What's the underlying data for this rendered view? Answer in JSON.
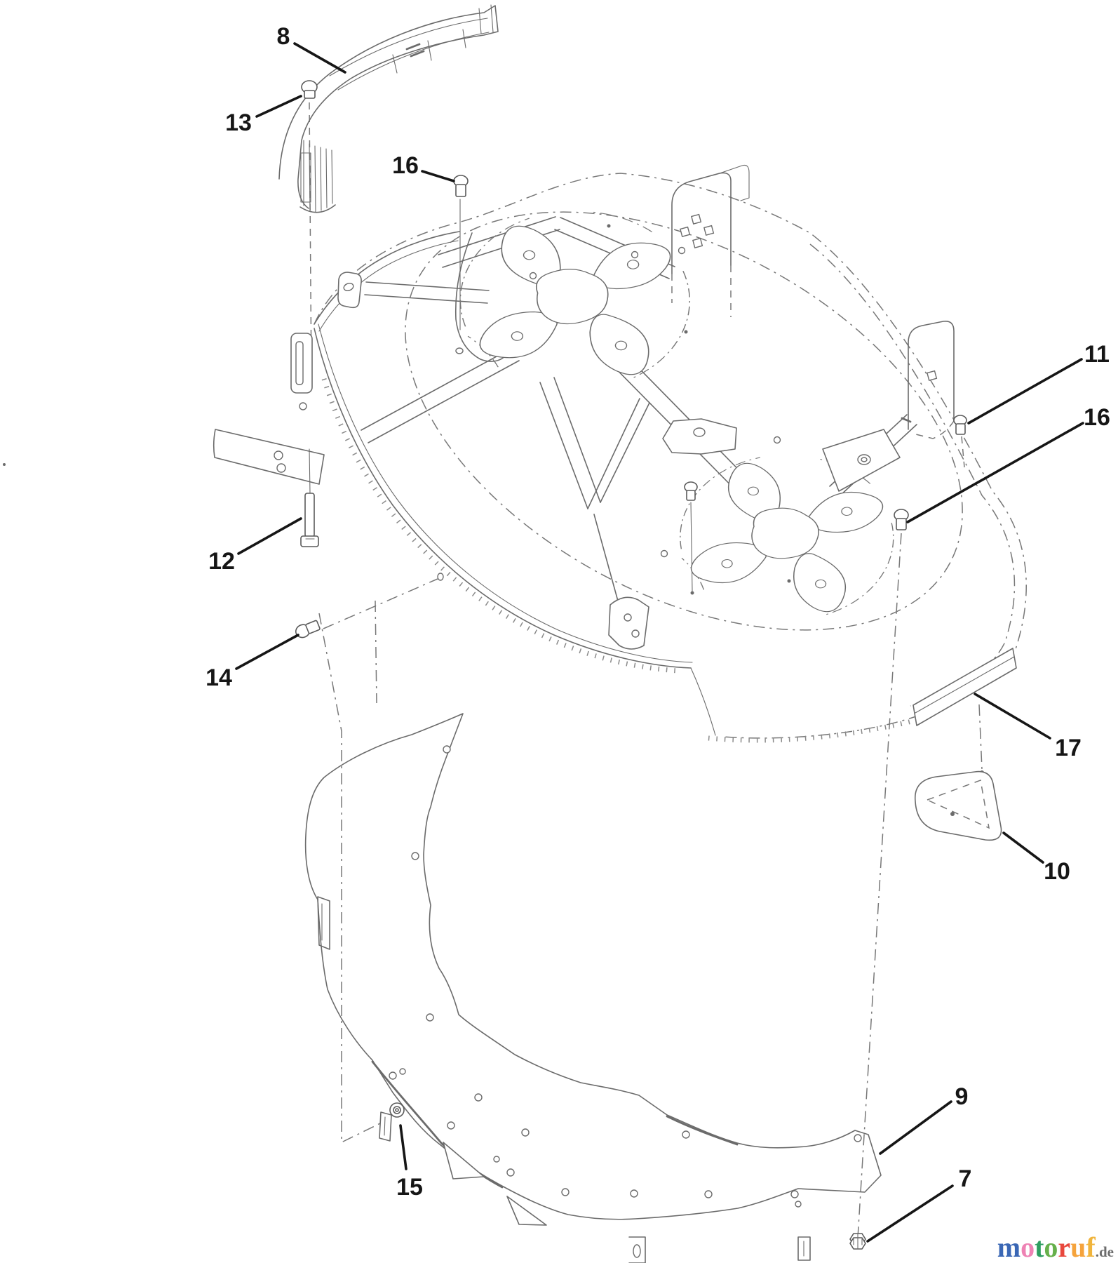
{
  "diagram": {
    "type": "exploded-parts-diagram",
    "background": "#ffffff",
    "line_color": "#6b6b6b",
    "callout_color": "#161616",
    "callouts": [
      {
        "label": "8"
      },
      {
        "label": "13"
      },
      {
        "label": "16"
      },
      {
        "label": "11"
      },
      {
        "label": "16"
      },
      {
        "label": "12"
      },
      {
        "label": "14"
      },
      {
        "label": "17"
      },
      {
        "label": "10"
      },
      {
        "label": "9"
      },
      {
        "label": "15"
      },
      {
        "label": "7"
      }
    ]
  },
  "watermark": {
    "letters": [
      {
        "ch": "m",
        "color": "#3a67b5"
      },
      {
        "ch": "o",
        "color": "#ee82b4"
      },
      {
        "ch": "t",
        "color": "#2e9e60"
      },
      {
        "ch": "o",
        "color": "#66b04b"
      },
      {
        "ch": "r",
        "color": "#e8483d"
      },
      {
        "ch": "u",
        "color": "#f5a33c"
      },
      {
        "ch": "f",
        "color": "#f0b43c"
      }
    ],
    "suffix": ".de",
    "suffix_color": "#6d6d6d"
  }
}
